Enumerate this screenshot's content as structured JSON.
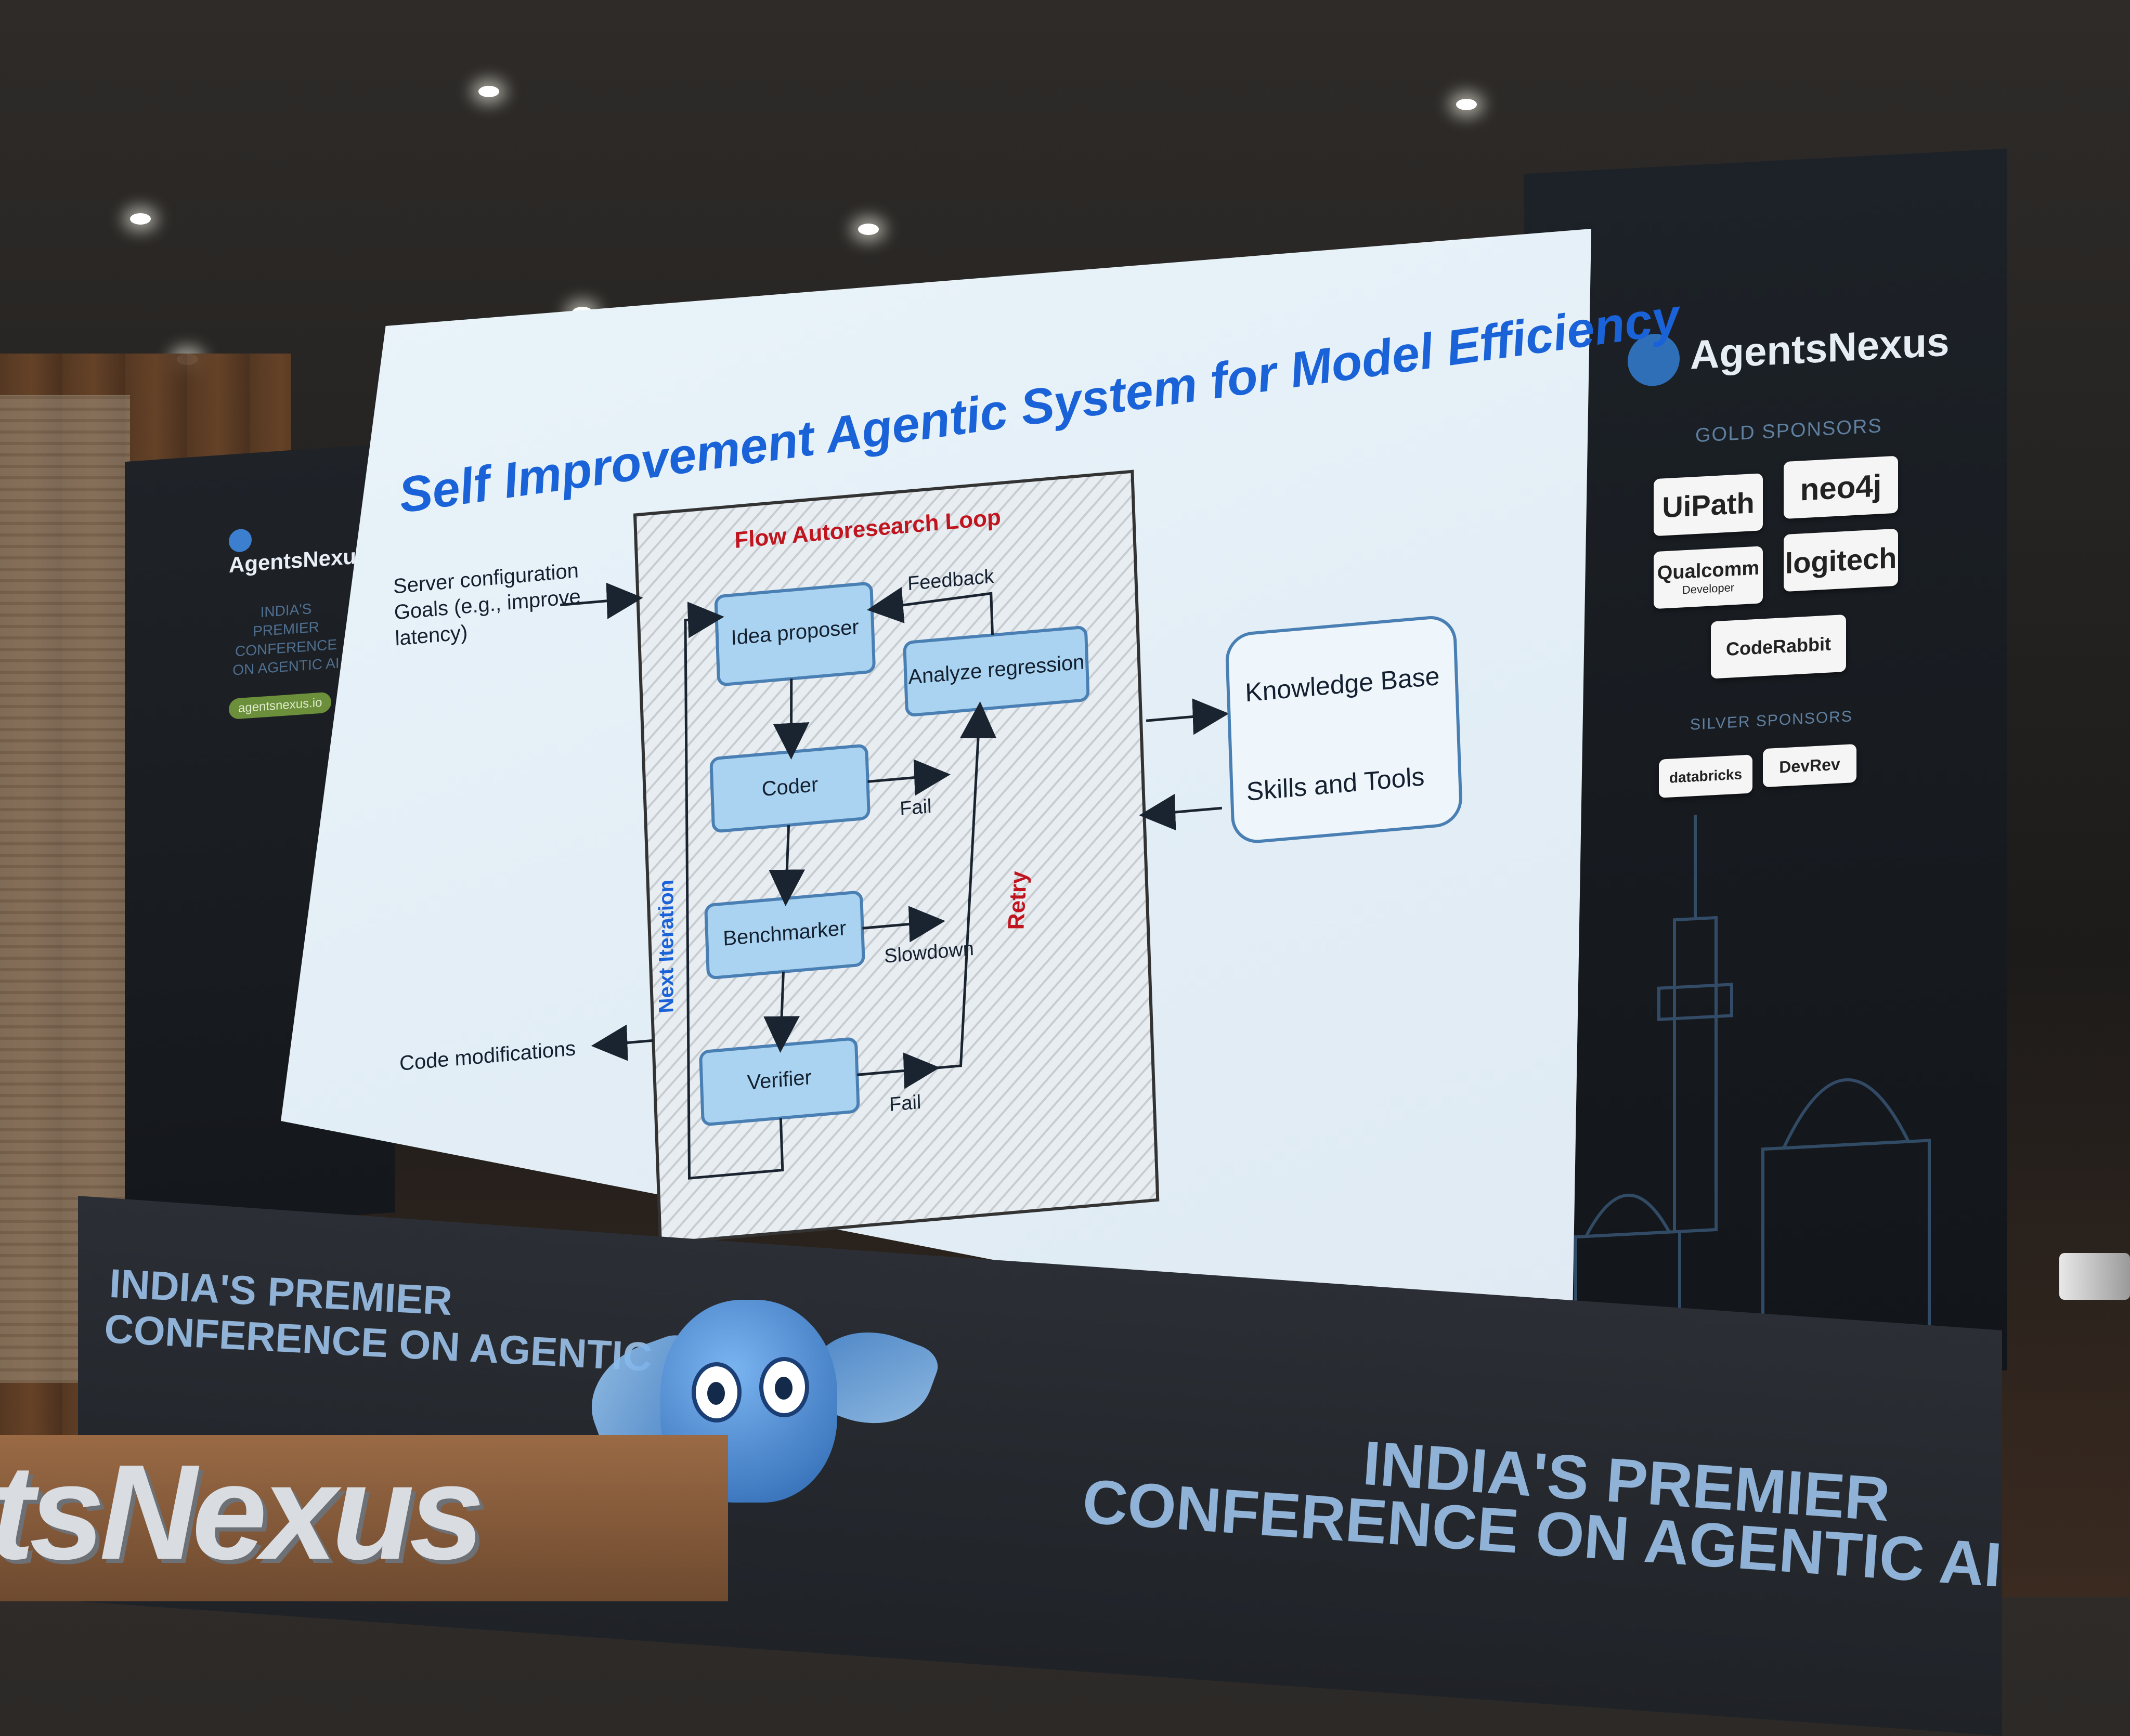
{
  "slide": {
    "title": "Self Improvement Agentic System for Model Efficiency",
    "loop_title": "Flow Autoresearch Loop",
    "input_text": [
      "Server configuration",
      "Goals (e.g., improve",
      "latency)"
    ],
    "output_text": "Code modifications",
    "boxes": {
      "idea": "Idea proposer",
      "analyze": "Analyze regression",
      "coder": "Coder",
      "benchmarker": "Benchmarker",
      "verifier": "Verifier"
    },
    "edge_labels": {
      "feedback": "Feedback",
      "fail_coder": "Fail",
      "slowdown": "Slowdown",
      "fail_verifier": "Fail",
      "retry": "Retry",
      "next_iteration": "Next Iteration"
    },
    "knowledge": {
      "kb": "Knowledge Base",
      "skills": "Skills and Tools"
    }
  },
  "left_screen": {
    "brand": "AgentsNexus",
    "tagline": [
      "INDIA'S",
      "PREMIER CONFERENCE",
      "ON AGENTIC AI"
    ],
    "url": "agentsnexus.io"
  },
  "right_screen": {
    "brand": "AgentsNexus",
    "gold_label": "GOLD SPONSORS",
    "gold": [
      "UiPath",
      "neo4j",
      "Qualcomm",
      "logitech",
      "CodeRabbit"
    ],
    "qualcomm_sub": "Developer",
    "silver_label": "SILVER SPONSORS",
    "silver": [
      "databricks",
      "DevRev"
    ]
  },
  "stage": {
    "banner_left": [
      "INDIA'S PREMIER",
      "CONFERENCE ON AGENTIC AI"
    ],
    "banner_right": [
      "INDIA'S PREMIER",
      "CONFERENCE ON AGENTIC AI"
    ],
    "floor_logo": "tsNexus"
  },
  "colors": {
    "title_blue": "#1a62d8",
    "box_fill": "#a9d3f0",
    "box_stroke": "#4a7fb4",
    "loop_red": "#c0141e",
    "banner_blue": "#8fb2d6"
  }
}
